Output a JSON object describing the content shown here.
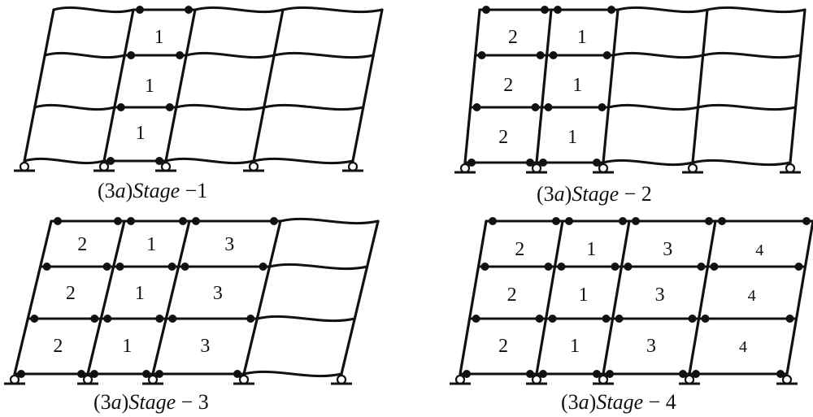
{
  "diagram": {
    "panels": [
      {
        "id": "stage-1",
        "caption": {
          "prefix": "(3",
          "var": "a",
          "mid": ")",
          "word": "Stage",
          "suffix": " −1"
        },
        "bay_labels": [
          [
            "",
            "1",
            "",
            ""
          ],
          [
            "",
            "1",
            "",
            ""
          ],
          [
            "",
            "1",
            "",
            ""
          ]
        ]
      },
      {
        "id": "stage-2",
        "caption": {
          "prefix": "(3",
          "var": "a",
          "mid": ")",
          "word": "Stage",
          "suffix": "  − 2"
        },
        "bay_labels": [
          [
            "2",
            "1",
            "",
            ""
          ],
          [
            "2",
            "1",
            "",
            ""
          ],
          [
            "2",
            "1",
            "",
            ""
          ]
        ]
      },
      {
        "id": "stage-3",
        "caption": {
          "prefix": "(3",
          "var": "a",
          "mid": ")",
          "word": "Stage",
          "suffix": "  − 3"
        },
        "bay_labels": [
          [
            "2",
            "1",
            "3",
            ""
          ],
          [
            "2",
            "1",
            "3",
            ""
          ],
          [
            "2",
            "1",
            "3",
            ""
          ]
        ]
      },
      {
        "id": "stage-4",
        "caption": {
          "prefix": "(3",
          "var": "a",
          "mid": ")",
          "word": "Stage",
          "suffix": "  − 4"
        },
        "bay_labels": [
          [
            "2",
            "1",
            "3",
            "4"
          ],
          [
            "2",
            "1",
            "3",
            "4"
          ],
          [
            "2",
            "1",
            "3",
            "4"
          ]
        ]
      }
    ],
    "colors": {
      "ink": "#111111",
      "background": "#ffffff"
    }
  }
}
